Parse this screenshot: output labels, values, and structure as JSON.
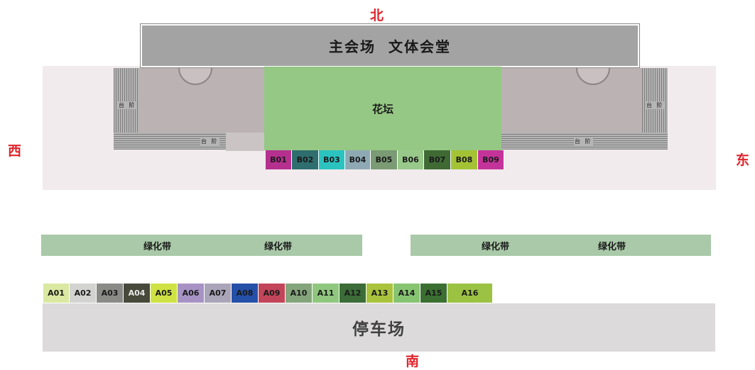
{
  "compass": {
    "north": "北",
    "south": "南",
    "east": "东",
    "west": "西"
  },
  "main_hall": {
    "label": "主会场  文体会堂"
  },
  "flower_bed": {
    "label": "花坛"
  },
  "steps_label": "台 阶",
  "green_belt": {
    "labels": [
      "绿化带",
      "绿化带",
      "绿化带",
      "绿化带"
    ]
  },
  "parking": {
    "label": "停车场"
  },
  "booths_b": [
    {
      "id": "B01",
      "color": "#b5308f",
      "text": "#1a1a1a"
    },
    {
      "id": "B02",
      "color": "#2e6e6f",
      "text": "#1a1a1a"
    },
    {
      "id": "B03",
      "color": "#2bc3c0",
      "text": "#1a1a1a"
    },
    {
      "id": "B04",
      "color": "#8ea9b4",
      "text": "#1a1a1a"
    },
    {
      "id": "B05",
      "color": "#7a9b74",
      "text": "#1a1a1a"
    },
    {
      "id": "B06",
      "color": "#98c98a",
      "text": "#1a1a1a"
    },
    {
      "id": "B07",
      "color": "#3f6a34",
      "text": "#1a1a1a"
    },
    {
      "id": "B08",
      "color": "#a3c335",
      "text": "#1a1a1a"
    },
    {
      "id": "B09",
      "color": "#c4339a",
      "text": "#1a1a1a"
    }
  ],
  "booths_a": [
    {
      "id": "A01",
      "color": "#dae8a2",
      "text": "#1a1a1a"
    },
    {
      "id": "A02",
      "color": "#d3d3d1",
      "text": "#1a1a1a"
    },
    {
      "id": "A03",
      "color": "#8a8a87",
      "text": "#1a1a1a"
    },
    {
      "id": "A04",
      "color": "#474a3b",
      "text": "#e8e8e8"
    },
    {
      "id": "A05",
      "color": "#cfe244",
      "text": "#1a1a1a"
    },
    {
      "id": "A06",
      "color": "#a792c4",
      "text": "#1a1a1a"
    },
    {
      "id": "A07",
      "color": "#aaa4b8",
      "text": "#1a1a1a"
    },
    {
      "id": "A08",
      "color": "#2450a8",
      "text": "#1a1a1a"
    },
    {
      "id": "A09",
      "color": "#c2455a",
      "text": "#1a1a1a"
    },
    {
      "id": "A10",
      "color": "#84a47b",
      "text": "#1a1a1a"
    },
    {
      "id": "A11",
      "color": "#8fc77f",
      "text": "#1a1a1a"
    },
    {
      "id": "A12",
      "color": "#3c6c38",
      "text": "#1a1a1a"
    },
    {
      "id": "A13",
      "color": "#a9c33c",
      "text": "#1a1a1a"
    },
    {
      "id": "A14",
      "color": "#87c472",
      "text": "#1a1a1a"
    },
    {
      "id": "A15",
      "color": "#3b6f32",
      "text": "#1a1a1a"
    },
    {
      "id": "A16",
      "color": "#9cc243",
      "text": "#1a1a1a"
    }
  ]
}
